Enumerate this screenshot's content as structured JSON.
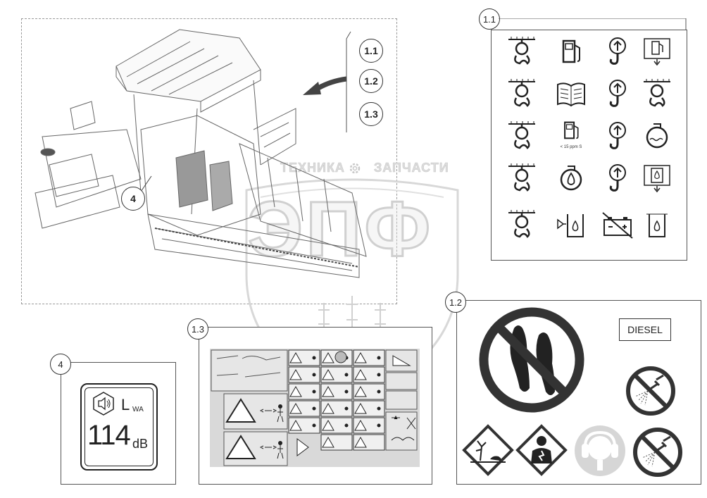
{
  "callouts": {
    "c11_main": "1.1",
    "c12_main": "1.2",
    "c13_main": "1.3",
    "c4_main": "4",
    "c11_panel": "1.1",
    "c12_panel": "1.2",
    "c13_panel": "1.3",
    "c4_panel": "4"
  },
  "watermark": {
    "left": "ТЕХНИКА",
    "right": "ЗАПЧАСТИ",
    "logo": "ЭПФ"
  },
  "panel_1_1": {
    "sublabel_fuel": "< 15 ppm S"
  },
  "panel_1_2": {
    "diesel": "DIESEL"
  },
  "panel_4": {
    "L": "L",
    "sub": "WA",
    "value": "114",
    "unit": "dB"
  },
  "icons": {
    "lift_point": "lift-point-icon",
    "fuel": "fuel-pump-icon",
    "hook": "crane-hook-icon",
    "fuel_fill": "fuel-filler-icon",
    "manual": "manual-book-icon",
    "tie_down": "tie-down-icon",
    "coolant": "coolant-tank-icon",
    "oil": "oil-drop-icon",
    "oil_fill": "oil-filler-icon",
    "hydraulic": "hydraulic-oil-icon",
    "battery": "battery-disconnect-icon",
    "no_step": "no-step-icon",
    "no_spray": "no-pressure-washer-icon",
    "env_hazard": "environmental-hazard-icon",
    "health_hazard": "health-hazard-icon",
    "ear_protection": "ear-protection-icon",
    "speaker": "speaker-icon"
  }
}
